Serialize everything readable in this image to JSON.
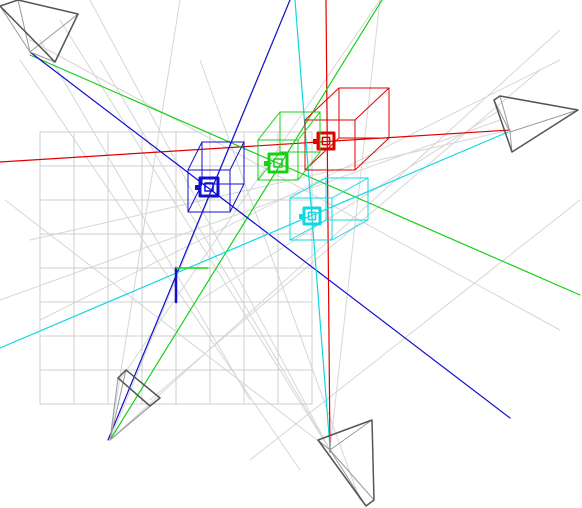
{
  "colors": {
    "background": "#ffffff",
    "grid": "#cfcfcf",
    "camera": "#9a9a9a",
    "camera_dark": "#555555",
    "ray_light": "#d6d6d6",
    "red": "#e00000",
    "green": "#18d018",
    "blue": "#1010d0",
    "cyan": "#10d8e0"
  },
  "scene": {
    "ground_grid": {
      "columns": 8,
      "rows": 8
    },
    "cameras": [
      {
        "id": "top-left",
        "icon": "camera-frustum-icon"
      },
      {
        "id": "right",
        "icon": "camera-frustum-icon"
      },
      {
        "id": "bottom-left",
        "icon": "camera-frustum-icon"
      },
      {
        "id": "bottom-center",
        "icon": "camera-frustum-icon"
      }
    ],
    "markers": [
      {
        "color": "red",
        "icon": "marker-cube-icon"
      },
      {
        "color": "green",
        "icon": "marker-cube-icon"
      },
      {
        "color": "blue",
        "icon": "marker-cube-icon"
      },
      {
        "color": "cyan",
        "icon": "marker-cube-icon"
      }
    ]
  }
}
